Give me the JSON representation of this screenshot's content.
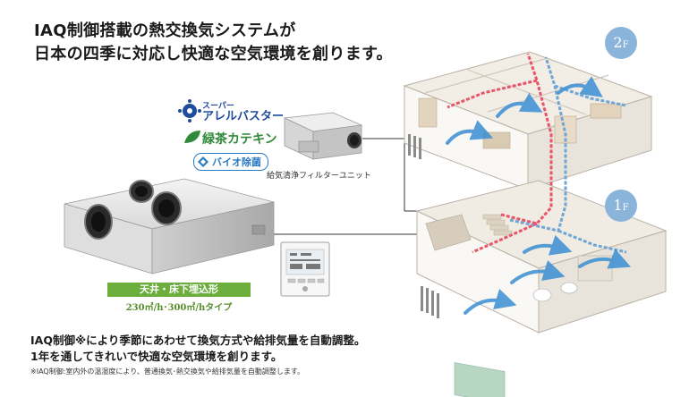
{
  "headline": {
    "line1": "IAQ制御搭載の熱交換気システムが",
    "line2": "日本の四季に対応し快適な空気環境を創ります。"
  },
  "logos": {
    "logo1_small": "スーパー",
    "logo1_big": "アレルバスター",
    "logo2": "緑茶カテキン",
    "logo3": "バイオ除菌"
  },
  "filter_unit_label": "給気清浄フィルターユニット",
  "product": {
    "install_type": "天井・床下埋込形",
    "capacity": "230㎥/h･300㎥/hタイプ"
  },
  "description": {
    "line1": "IAQ制御※により季節にあわせて換気方式や給排気量を自動調整。",
    "line2": "1年を通してきれいで快適な空気環境を創ります。",
    "note": "※IAQ制御:室内外の温湿度により、普通換気･熱交換気や給排気量を自動調整します。"
  },
  "floors": {
    "upper_num": "2",
    "upper_sub": "F",
    "lower_num": "1",
    "lower_sub": "F"
  },
  "colors": {
    "supply_duct": "#e8556a",
    "exhaust_duct": "#6fa6d6",
    "airflow_arrow": "#3b8fd4",
    "green_band": "#6cae3e",
    "floor_badge": "#8ab4d9"
  }
}
